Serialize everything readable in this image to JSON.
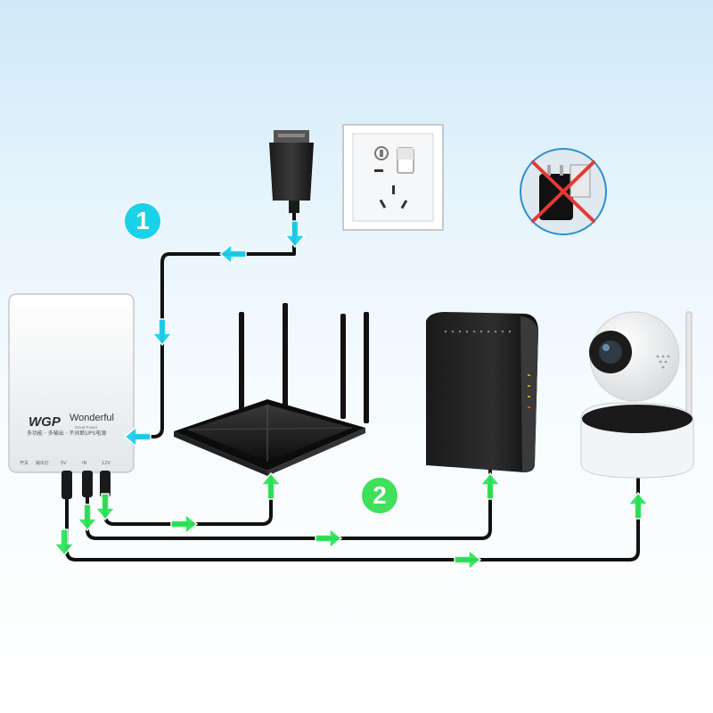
{
  "steps": {
    "step1": {
      "label": "1",
      "color": "#19d2e8"
    },
    "step2": {
      "label": "2",
      "color": "#3fe05a"
    }
  },
  "ups": {
    "brand_logo": "WGP",
    "brand_name": "Wonderful",
    "brand_sub": "Great Power",
    "slogan": "多功能 · 多输出 · 不间断UPS电源",
    "ports": [
      "开关",
      "输出灯",
      "5V",
      "IN",
      "12V"
    ]
  },
  "colors": {
    "input_arrow": "#1fd0ee",
    "output_arrow": "#2ee65a",
    "cable": "#111111",
    "prohibit": "#e53935"
  },
  "icons": {
    "adapter": "power-adapter-icon",
    "outlet": "wall-outlet-icon",
    "no_adapter": "no-adapter-icon",
    "router": "wifi-router-icon",
    "modem": "modem-icon",
    "camera": "ip-camera-icon"
  }
}
